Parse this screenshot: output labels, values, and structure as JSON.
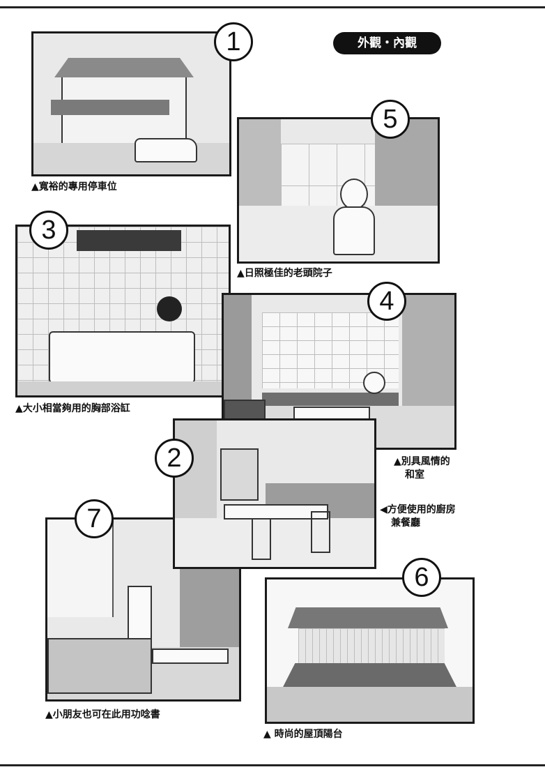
{
  "badge": "外觀・內觀",
  "panels": [
    {
      "number": "1",
      "caption": "▲寬裕的專用停車位"
    },
    {
      "number": "5",
      "caption": "▲日照極佳的老頭院子"
    },
    {
      "number": "3",
      "caption": "▲大小相當夠用的胸部浴缸"
    },
    {
      "number": "4",
      "caption_line1": "▲別具風情的",
      "caption_line2": "和室"
    },
    {
      "number": "2",
      "caption_line1": "◀方便使用的廚房",
      "caption_line2": "兼餐廳"
    },
    {
      "number": "7",
      "caption": "▲小朋友也可在此用功唸書"
    },
    {
      "number": "6",
      "caption": "▲ 時尚的屋頂陽台"
    }
  ]
}
